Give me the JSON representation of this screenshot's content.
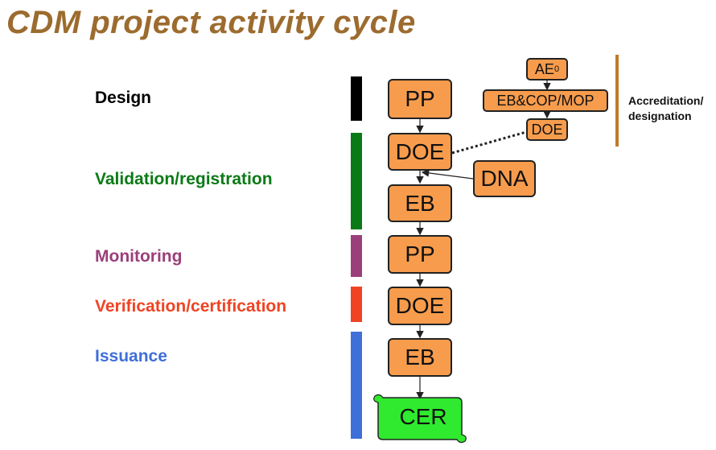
{
  "title": "CDM project activity cycle",
  "stages": [
    {
      "label": "Design",
      "color": "#000000"
    },
    {
      "label": "Validation/registration",
      "color": "#0a7a16"
    },
    {
      "label": "Monitoring",
      "color": "#9b3f7a"
    },
    {
      "label": "Verification/certification",
      "color": "#ef4323"
    },
    {
      "label": "Issuance",
      "color": "#3f6fd8"
    }
  ],
  "flow": [
    "PP",
    "DOE",
    "EB",
    "PP",
    "DOE",
    "EB",
    "CER"
  ],
  "side": {
    "dna": "DNA",
    "ae": "AE",
    "ae_sup": "0",
    "eb_cop_mop": "EB&COP/MOP",
    "doe": "DOE",
    "accreditation": "Accreditation/",
    "designation": "designation"
  },
  "colors": {
    "box_fill": "#f79c4d",
    "title": "#9c6b2e",
    "accreditation_bar": "#c17a2a",
    "cer_fill": "#2fea2f"
  }
}
